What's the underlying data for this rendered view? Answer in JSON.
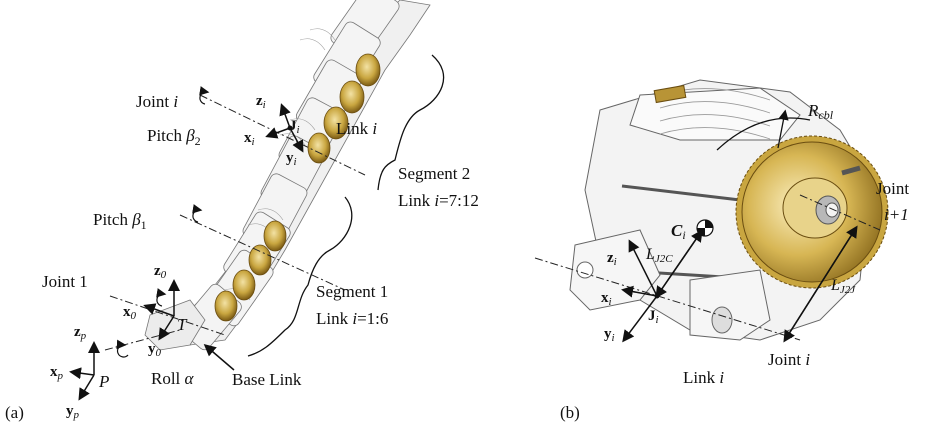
{
  "panels": {
    "a": {
      "tag": "(a)",
      "joint_i": "Joint ",
      "joint_i_var": "i",
      "joint_1": "Joint 1",
      "pitch_b2": "Pitch ",
      "pitch_b2_sym": "β",
      "pitch_b2_sub": "2",
      "pitch_b1": "Pitch ",
      "pitch_b1_sym": "β",
      "pitch_b1_sub": "1",
      "link_i": "Link ",
      "link_i_var": "i",
      "seg2_title": "Segment 2",
      "seg2_range_pre": "Link ",
      "seg2_range_var": "i",
      "seg2_range_val": "=7:12",
      "seg1_title": "Segment 1",
      "seg1_range_pre": "Link ",
      "seg1_range_var": "i",
      "seg1_range_val": "=1:6",
      "roll": "Roll ",
      "roll_sym": "α",
      "base_link": "Base Link",
      "frame_T": "T",
      "frame_P": "P",
      "axes": {
        "zi": "z",
        "zi_sub": "i",
        "xi": "x",
        "xi_sub": "i",
        "yi": "y",
        "yi_sub": "i",
        "Ji": "J",
        "Ji_sub": "i",
        "z0": "z",
        "z0_sub": "0",
        "x0": "x",
        "x0_sub": "0",
        "y0": "y",
        "y0_sub": "0",
        "zp": "z",
        "zp_sub": "p",
        "xp": "x",
        "xp_sub": "p",
        "yp": "y",
        "yp_sub": "p"
      }
    },
    "b": {
      "tag": "(b)",
      "rcbl": "R",
      "rcbl_sub": "cbl",
      "joint_ip1_a": "Joint",
      "joint_ip1_b": "i+1",
      "ci": "C",
      "ci_sub": "i",
      "lj2c": "L",
      "lj2c_sub": "J2C",
      "lj2j": "L",
      "lj2j_sub": "J2J",
      "zi": "z",
      "zi_sub": "i",
      "xi": "x",
      "xi_sub": "i",
      "yi": "y",
      "yi_sub": "i",
      "ji": "J",
      "ji_sub": "i",
      "joint_i": "Joint ",
      "joint_i_var": "i",
      "link_i": "Link ",
      "link_i_var": "i"
    }
  },
  "colors": {
    "gear_gold": "#c9a640",
    "gear_dark": "#8a6a1c",
    "body": "#f2f2f2",
    "line": "#222222"
  }
}
